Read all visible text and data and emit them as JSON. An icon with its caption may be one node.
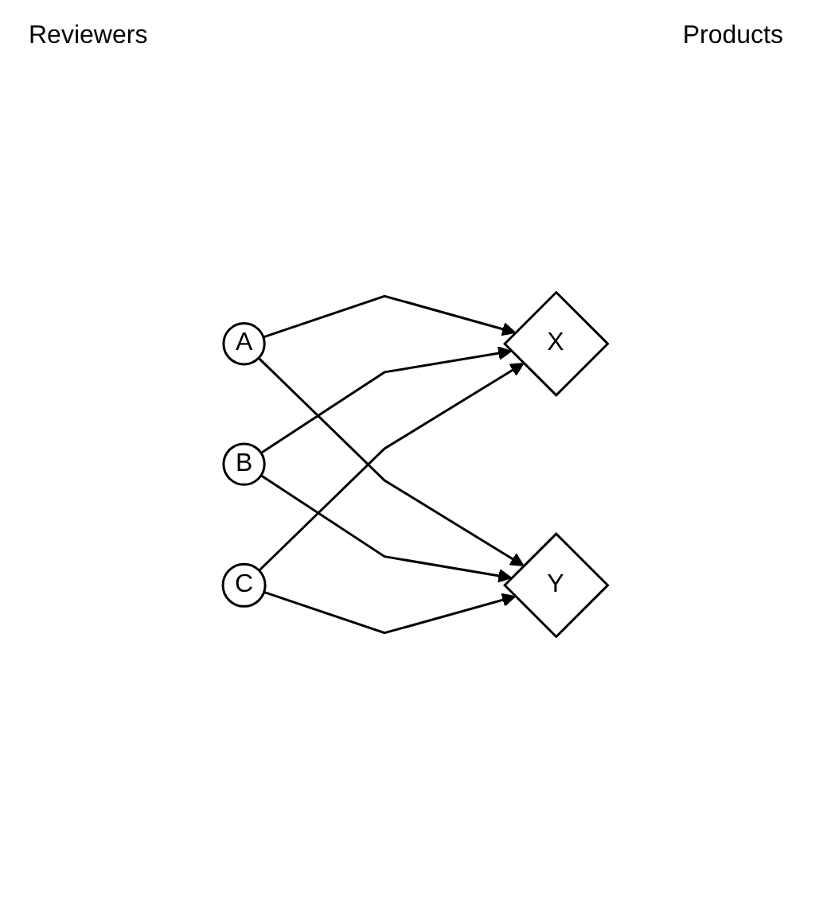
{
  "diagram": {
    "nodes": [
      {
        "text": [
          "A"
        ]
      },
      {
        "text": [
          "B"
        ]
      },
      {
        "text": [
          "C"
        ]
      },
      {
        "text": [
          "X"
        ]
      },
      {
        "text": [
          "Y"
        ]
      }
    ],
    "edges": [
      {
        "from": 0,
        "to": 3,
        "arrow": "to"
      },
      {
        "from": 0,
        "to": 4,
        "arrow": "to"
      },
      {
        "from": 1,
        "to": 3,
        "arrow": "to"
      },
      {
        "from": 1,
        "to": 4,
        "arrow": "to"
      },
      {
        "from": 2,
        "to": 3,
        "arrow": "to"
      },
      {
        "from": 2,
        "to": 4,
        "arrow": "to"
      }
    ],
    "labels": [
      "Reviewers",
      "Products"
    ]
  }
}
